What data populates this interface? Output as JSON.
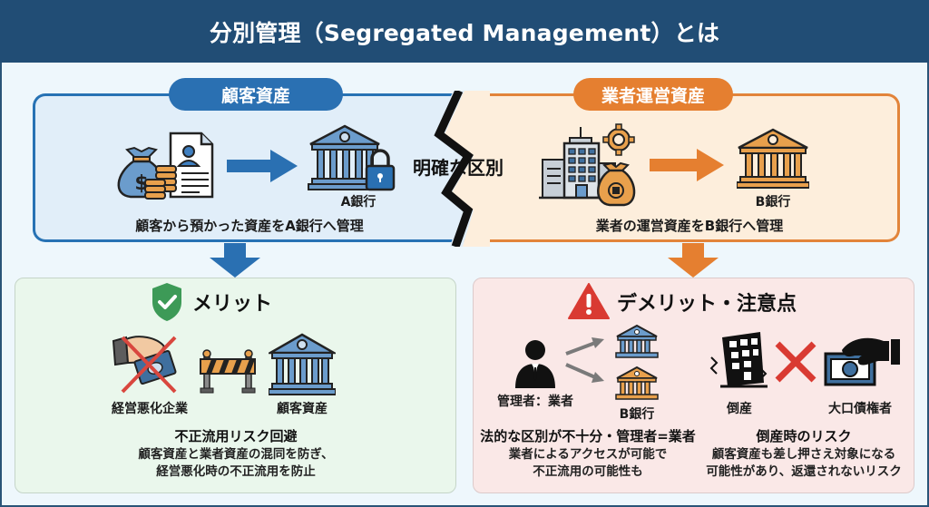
{
  "header": {
    "title": "分別管理（Segregated Management）とは"
  },
  "customer_assets": {
    "label": "顧客資産",
    "bank_label": "A銀行",
    "caption": "顧客から預かった資産をA銀行へ管理",
    "color": "#2a70b2"
  },
  "operator_assets": {
    "label": "業者運営資産",
    "bank_label": "B銀行",
    "caption": "業者の運営資産をB銀行へ管理",
    "color": "#e57f30"
  },
  "divider": {
    "label": "明確な区別"
  },
  "merit": {
    "title": "メリット",
    "left_label": "経営悪化企業",
    "right_label": "顧客資産",
    "subtitle": "不正流用リスク回避",
    "desc_lines": [
      "顧客資産と業者資産の混同を防ぎ、",
      "経営悪化時の不正流用を防止"
    ],
    "color": "#3d9a57"
  },
  "demerit": {
    "title": "デメリット・注意点",
    "manager_label": "管理者：業者",
    "bank_label": "B銀行",
    "bankrupt_label": "倒産",
    "creditor_label": "大口債権者",
    "left_subtitle": "法的な区別が不十分・管理者=業者",
    "left_desc_lines": [
      "業者によるアクセスが可能で",
      "不正流用の可能性も"
    ],
    "right_subtitle": "倒産時のリスク",
    "right_desc_lines": [
      "顧客資産も差し押さえ対象になる",
      "可能性があり、返還されないリスク"
    ],
    "color": "#d93a32"
  }
}
